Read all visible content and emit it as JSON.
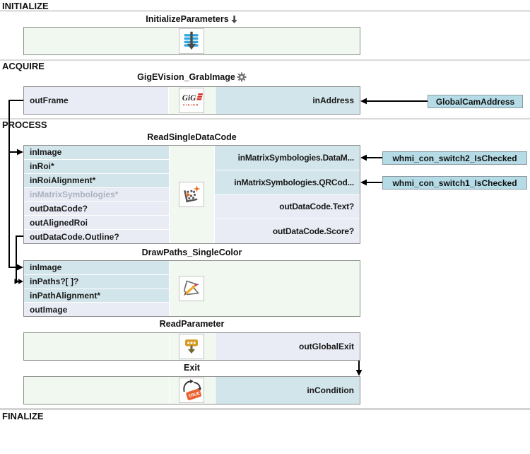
{
  "sections": {
    "initialize": "INITIALIZE",
    "acquire": "ACQUIRE",
    "process": "PROCESS",
    "finalize": "FINALIZE"
  },
  "blocks": {
    "initialize_parameters": {
      "title": "InitializeParameters"
    },
    "gige_grab": {
      "title": "GigEVision_GrabImage",
      "ports": {
        "out_frame": "outFrame",
        "in_address": "inAddress"
      }
    },
    "read_single_data_code": {
      "title": "ReadSingleDataCode",
      "left_rows": [
        {
          "label": "inImage",
          "kind": "input"
        },
        {
          "label": "inRoi*",
          "kind": "input"
        },
        {
          "label": "inRoiAlignment*",
          "kind": "input"
        },
        {
          "label": "inMatrixSymbologies*",
          "kind": "disabled"
        },
        {
          "label": "outDataCode?",
          "kind": "output"
        },
        {
          "label": "outAlignedRoi",
          "kind": "output"
        },
        {
          "label": "outDataCode.Outline?",
          "kind": "output"
        }
      ],
      "right_rows": [
        {
          "label": "inMatrixSymbologies.DataM...",
          "kind": "input"
        },
        {
          "label": "inMatrixSymbologies.QRCod...",
          "kind": "input"
        },
        {
          "label": "outDataCode.Text?",
          "kind": "output"
        },
        {
          "label": "outDataCode.Score?",
          "kind": "output"
        }
      ]
    },
    "draw_paths": {
      "title": "DrawPaths_SingleColor",
      "rows": [
        {
          "label": "inImage",
          "kind": "input"
        },
        {
          "label": "inPaths?[ ]?",
          "kind": "input"
        },
        {
          "label": "inPathAlignment*",
          "kind": "input"
        },
        {
          "label": "outImage",
          "kind": "output"
        }
      ]
    },
    "read_parameter": {
      "title": "ReadParameter",
      "ports": {
        "out_global_exit": "outGlobalExit"
      }
    },
    "exit": {
      "title": "Exit",
      "ports": {
        "in_condition": "inCondition"
      }
    }
  },
  "variables": {
    "global_cam_address": "GlobalCamAddress",
    "switch2": "whmi_con_switch2_IsChecked",
    "switch1": "whmi_con_switch1_IsChecked"
  },
  "icons": {
    "initialize_parameters": "init-parameters-icon",
    "title_expand": "down-arrow-icon",
    "settings": "gear-icon",
    "gige_logo_text": "GiG",
    "gige_logo_sub": "VISION",
    "data_code": "datamatrix-icon",
    "draw_path": "path-pencil-icon",
    "read_parameter": "parameter-download-icon",
    "exit_stamp_text": "TRUE"
  },
  "colors": {
    "input_bg": "#d2e5ea",
    "output_bg": "#e9ecf5",
    "neutral_bg": "#f0f8f0",
    "variable_bg": "#b5dce6",
    "disabled_text": "#a9b2c2",
    "connector": "#000000",
    "accent_blue": "#2ea7df",
    "accent_orange": "#ed6b21",
    "logo_red": "#d42a1e",
    "parameter_gold": "#d59a20"
  }
}
